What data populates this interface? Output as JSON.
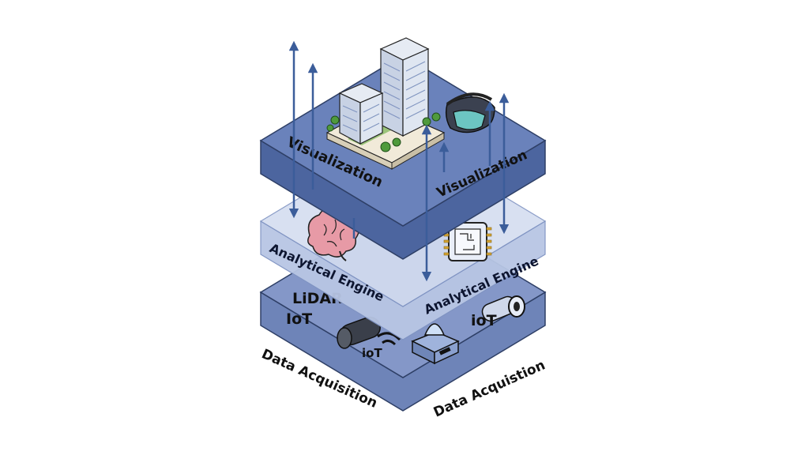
{
  "layers": {
    "top": {
      "label_left": "Visualization",
      "label_right": "Visualization"
    },
    "middle": {
      "label_left": "Analytical Engine",
      "label_right": "Analytical Engine"
    },
    "bottom": {
      "label_left": "Data Acquisition",
      "label_right": "Data Acquistion",
      "tags": {
        "lidar": "LiDAR",
        "iot_upper": "IoT",
        "iot_left_sensor": "ioT",
        "iot_right": "ioT"
      }
    }
  },
  "colors": {
    "top_face": "#5f79b3",
    "top_side": "#4a639e",
    "middle_face": "#c9d3ea",
    "bottom_face": "#7e93c3",
    "arrow": "#3b5d9a",
    "outline": "#2e3f66"
  },
  "icons": [
    "building-icon",
    "vr-headset-icon",
    "brain-icon",
    "chip-icon",
    "lidar-sensor-icon",
    "wifi-icon",
    "scanner-device-icon",
    "camera-icon"
  ]
}
